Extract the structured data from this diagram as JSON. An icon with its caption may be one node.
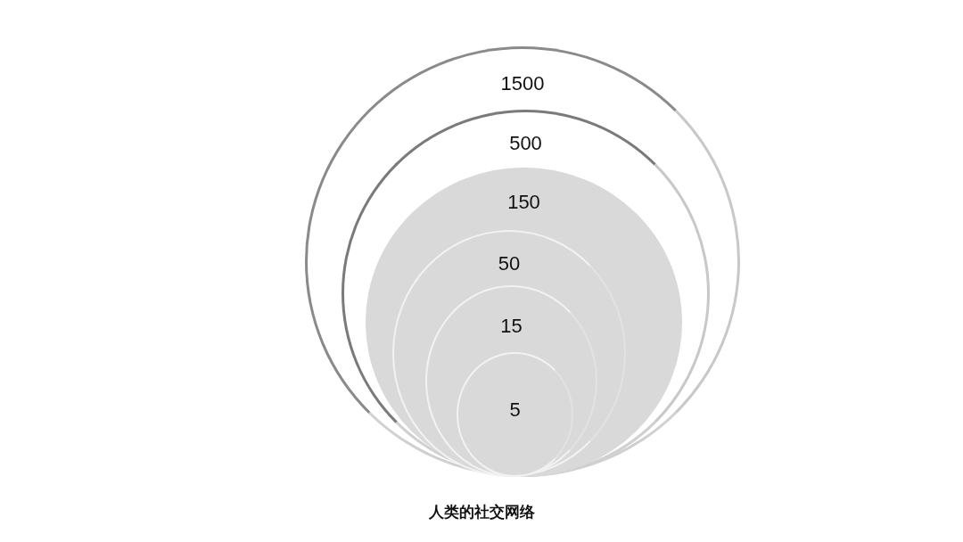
{
  "diagram": {
    "caption": "人类的社交网络",
    "nodes": [
      {
        "text": [
          "1500"
        ]
      },
      {
        "text": [
          "500"
        ],
        "in": 0
      },
      {
        "text": [
          "150"
        ],
        "in": 1
      },
      {
        "text": [
          "50"
        ],
        "in": 2
      },
      {
        "text": [
          "15"
        ],
        "in": 3
      },
      {
        "text": [
          "5"
        ],
        "in": 4
      }
    ]
  }
}
